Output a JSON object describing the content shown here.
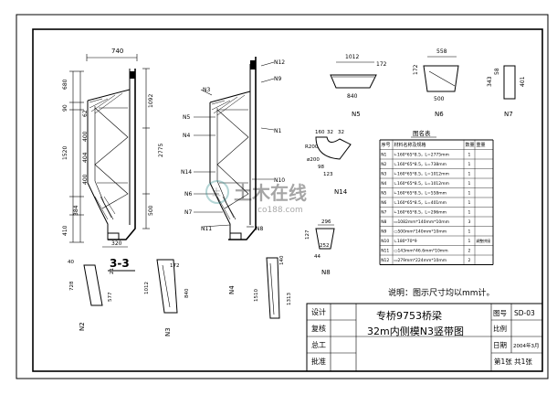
{
  "section_label": "3-3",
  "dims_left_view": {
    "top_width": "740",
    "left": [
      "680",
      "90",
      "1520",
      "410",
      "384",
      "400",
      "404",
      "400",
      "62"
    ],
    "right": [
      "1092",
      "2775",
      "500"
    ],
    "bottom": "320"
  },
  "part_labels_mid": [
    "N12",
    "N9",
    "N3",
    "N1",
    "N5",
    "N4",
    "N10",
    "N14",
    "N6",
    "N7",
    "N11",
    "N8"
  ],
  "n5": {
    "label": "N5",
    "dims": [
      "1012",
      "840",
      "172"
    ]
  },
  "n6": {
    "label": "N6",
    "dims": [
      "558",
      "500",
      "172"
    ]
  },
  "n7": {
    "label": "N7",
    "dims": [
      "343",
      "58",
      "401"
    ]
  },
  "n14": {
    "label": "N14",
    "dims": [
      "160",
      "32",
      "32",
      "R200",
      "123",
      "ø200",
      "98"
    ]
  },
  "n8": {
    "label": "N8",
    "dims": [
      "296",
      "127",
      "252",
      "44"
    ]
  },
  "n2": {
    "label": "N2",
    "dims": [
      "40",
      "728",
      "21",
      "577"
    ]
  },
  "n3": {
    "label": "N3",
    "dims": [
      "172",
      "1012",
      "840"
    ]
  },
  "n4": {
    "label": "N4",
    "dims": [
      "140",
      "1510",
      "1313"
    ]
  },
  "material_table": {
    "title": "图名表",
    "headers": [
      "序号",
      "材料名称及规格",
      "数量",
      "重量"
    ],
    "rows": [
      [
        "N1",
        "∟160*65*8.5，L=2775mm",
        "1",
        ""
      ],
      [
        "N2",
        "∟160*65*8.5，L=738mm",
        "1",
        ""
      ],
      [
        "N3",
        "∟160*65*8.5，L=1012mm",
        "1",
        ""
      ],
      [
        "N4",
        "∟160*65*8.5，L=1012mm",
        "1",
        ""
      ],
      [
        "N5",
        "∟160*65*8.5，L=558mm",
        "1",
        ""
      ],
      [
        "N6",
        "∟160*65*8.5，L=401mm",
        "1",
        ""
      ],
      [
        "N7",
        "∟160*65*8.5，L=296mm",
        "1",
        ""
      ],
      [
        "N8",
        "▭1082mm*140mm*10mm",
        "3",
        ""
      ],
      [
        "N9",
        "▭500mm*140mm*10mm",
        "1",
        ""
      ],
      [
        "N10",
        "∟180*70*9",
        "1",
        "调整拼接"
      ],
      [
        "N11",
        "▭143mm*46.6mm*10mm",
        "2",
        ""
      ],
      [
        "N12",
        "▭279mm*224mm*10mm",
        "2",
        ""
      ]
    ]
  },
  "note": "说明：图示尺寸均以mm计。",
  "watermark": {
    "main": "土木在线",
    "sub": "co188.com"
  },
  "title_block": {
    "design": "设计",
    "review": "复核",
    "chief": "总工",
    "approve": "批准",
    "project": "专桥9753桥梁",
    "drawing": "32m内侧模N3竖带图",
    "figno_label": "图号",
    "figno": "SD-03",
    "scale_label": "比例",
    "date_label": "日期",
    "date": "2004年3月",
    "sheet": "第1张  共1张"
  }
}
